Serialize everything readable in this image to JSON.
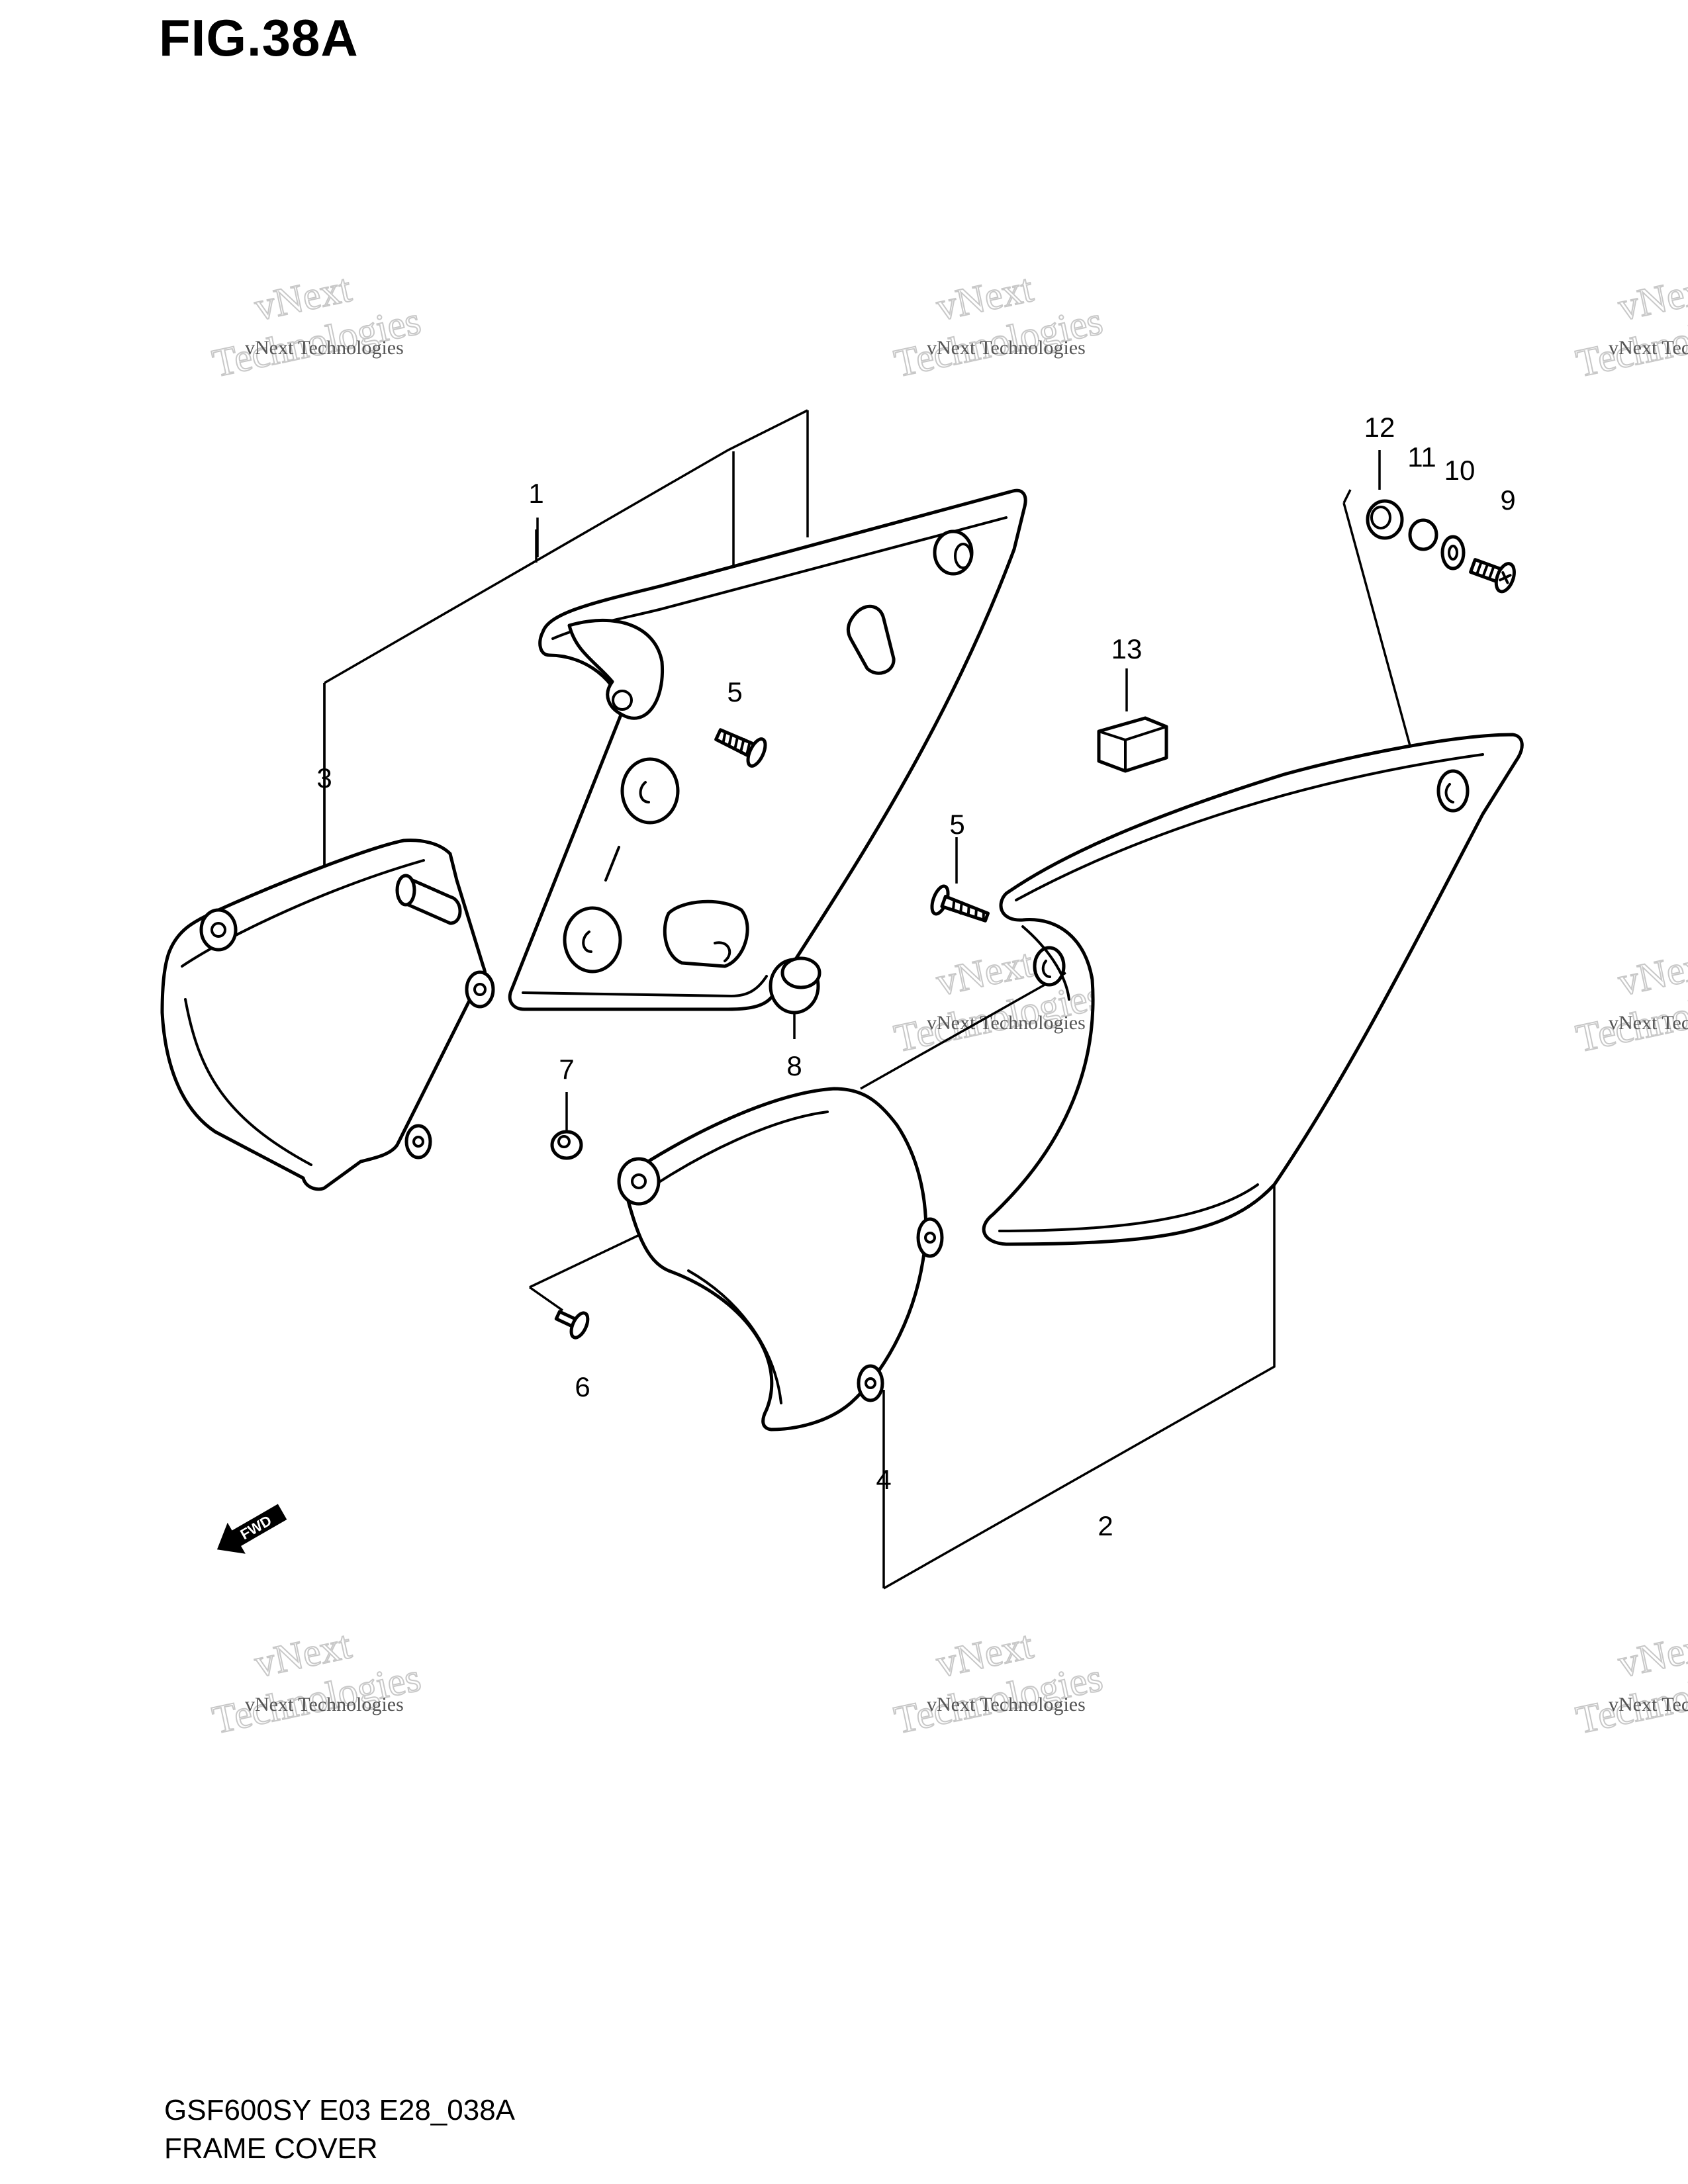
{
  "figure": {
    "title": "FIG.38A"
  },
  "footer": {
    "code": "GSF600SY E03 E28_038A",
    "name": "FRAME COVER"
  },
  "watermark": {
    "line1": "vNext",
    "line2": "Technologies",
    "small": "vNext Technologies"
  },
  "direction_marker": {
    "label": "FWD"
  },
  "callouts": [
    "1",
    "2",
    "3",
    "4",
    "5",
    "5",
    "6",
    "7",
    "8",
    "9",
    "10",
    "11",
    "12",
    "13"
  ]
}
